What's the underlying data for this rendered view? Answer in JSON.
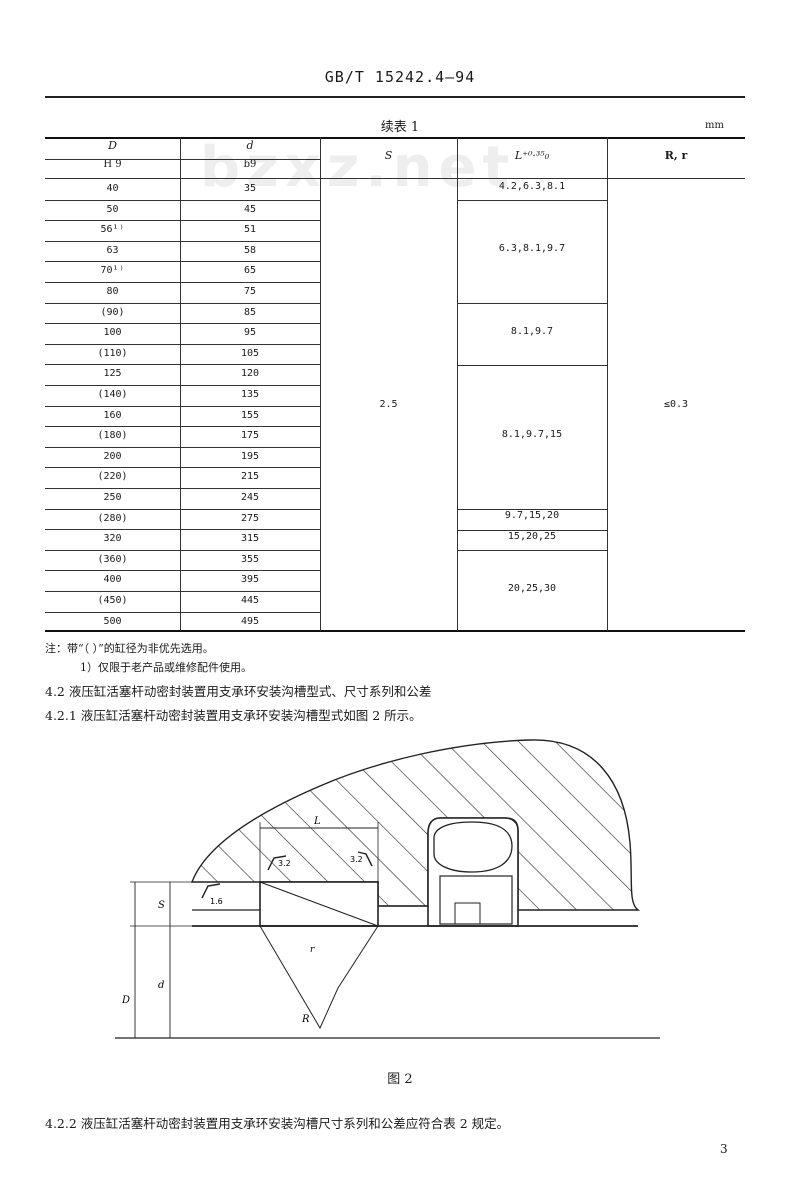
{
  "header": {
    "standard": "GB/T 15242.4—94"
  },
  "watermark": "bzxz.net",
  "table": {
    "caption": "续表 1",
    "unit": "mm",
    "head": {
      "D": "D",
      "D_tol": "H 9",
      "d": "d",
      "d_tol": "b9",
      "S": "S",
      "L": "L⁺⁰·³⁵₀",
      "Rr": "R, r"
    },
    "rows": [
      {
        "D": "40",
        "d": "35"
      },
      {
        "D": "50",
        "d": "45"
      },
      {
        "D": "56¹⁾",
        "d": "51"
      },
      {
        "D": "63",
        "d": "58"
      },
      {
        "D": "70¹⁾",
        "d": "65"
      },
      {
        "D": "80",
        "d": "75"
      },
      {
        "D": "(90)",
        "d": "85"
      },
      {
        "D": "100",
        "d": "95"
      },
      {
        "D": "(110)",
        "d": "105"
      },
      {
        "D": "125",
        "d": "120"
      },
      {
        "D": "(140)",
        "d": "135"
      },
      {
        "D": "160",
        "d": "155"
      },
      {
        "D": "(180)",
        "d": "175"
      },
      {
        "D": "200",
        "d": "195"
      },
      {
        "D": "(220)",
        "d": "215"
      },
      {
        "D": "250",
        "d": "245"
      },
      {
        "D": "(280)",
        "d": "275"
      },
      {
        "D": "320",
        "d": "315"
      },
      {
        "D": "(360)",
        "d": "355"
      },
      {
        "D": "400",
        "d": "395"
      },
      {
        "D": "(450)",
        "d": "445"
      },
      {
        "D": "500",
        "d": "495"
      }
    ],
    "S_value": "2.5",
    "L_groups": [
      "4.2,6.3,8.1",
      "6.3,8.1,9.7",
      "8.1,9.7",
      "8.1,9.7,15",
      "9.7,15,20",
      "15,20,25",
      "20,25,30"
    ],
    "Rr_value": "≤0.3"
  },
  "notes": {
    "n1": "注：带“（ ）”的缸径为非优先选用。",
    "n2": "1）仅限于老产品或维修配件使用。"
  },
  "section": {
    "h42": "4.2  液压缸活塞杆动密封装置用支承环安装沟槽型式、尺寸系列和公差",
    "h421": "4.2.1  液压缸活塞杆动密封装置用支承环安装沟槽型式如图 2 所示。",
    "h422": "4.2.2  液压缸活塞杆动密封装置用支承环安装沟槽尺寸系列和公差应符合表 2 规定。"
  },
  "figure": {
    "caption": "图 2",
    "labels": {
      "L": "L",
      "S": "S",
      "d": "d",
      "D": "D",
      "R": "R",
      "r": "r",
      "ra1": "3.2",
      "ra2": "3.2",
      "ra3": "1.6"
    }
  },
  "page_number": "3"
}
